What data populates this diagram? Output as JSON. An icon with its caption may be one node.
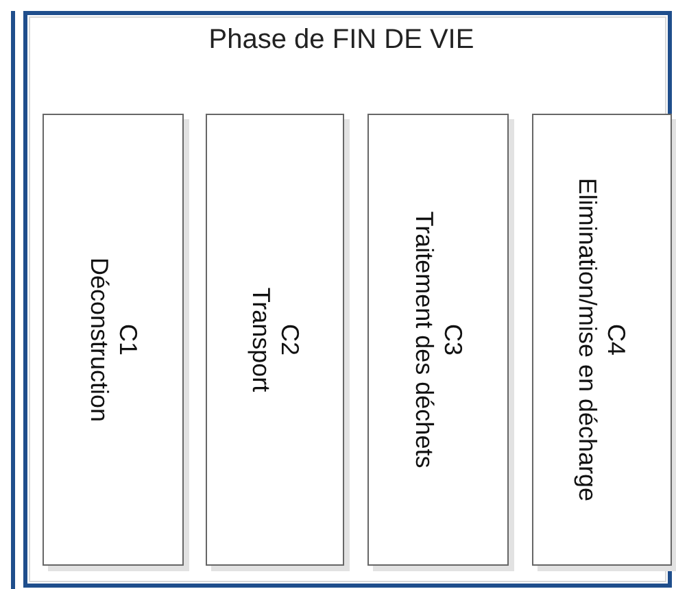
{
  "diagram": {
    "nodes": [
      {
        "text": [
          "Phase de FIN DE VIE"
        ]
      },
      {
        "text": [
          "C1",
          "Déconstruction"
        ],
        "in": 0
      },
      {
        "text": [
          "C2",
          "Transport"
        ],
        "in": 0
      },
      {
        "text": [
          "C3",
          "Traitement des déchets"
        ],
        "in": 0
      },
      {
        "text": [
          "C4",
          "Elimination/mise en décharge"
        ],
        "in": 0
      }
    ]
  }
}
